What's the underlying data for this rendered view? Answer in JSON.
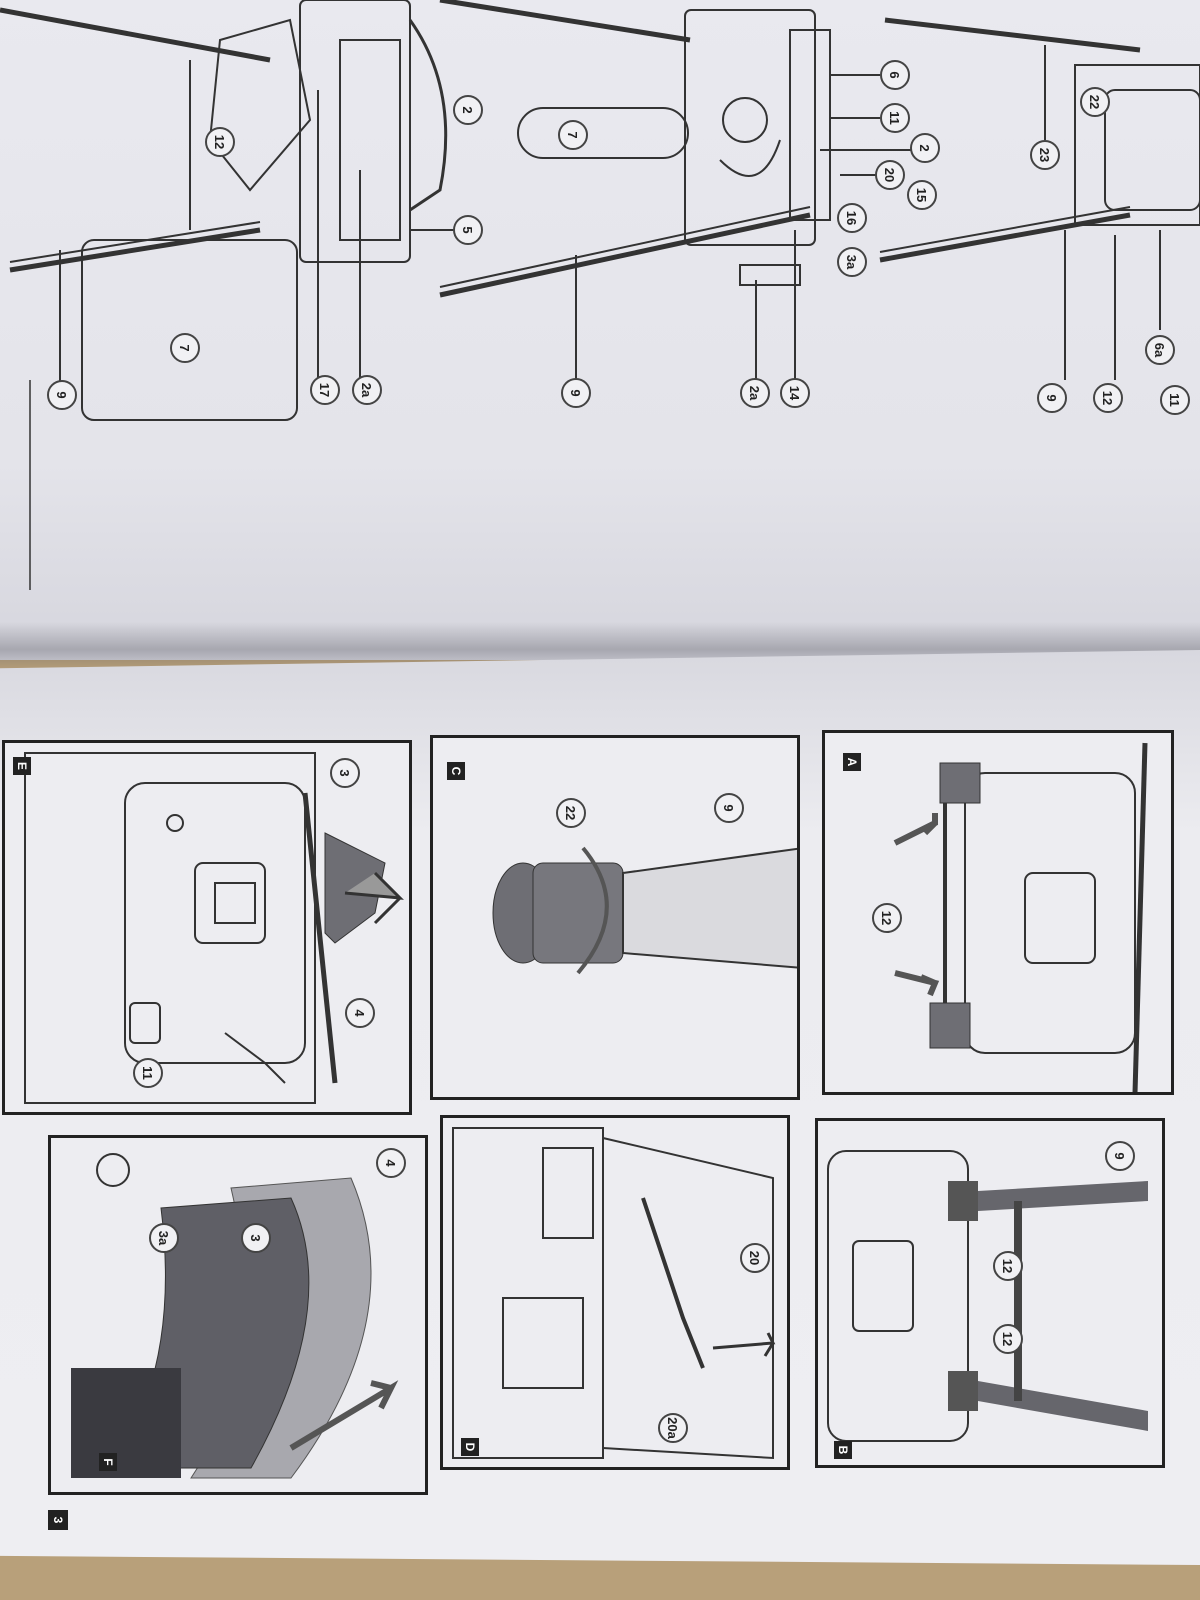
{
  "top_sheet": {
    "callouts": {
      "c9_a": "9",
      "c7_a": "7",
      "c17": "17",
      "c2a_a": "2a",
      "c12_a": "12",
      "c2_a": "2",
      "c5": "5",
      "c7_b": "7",
      "c9_b": "9",
      "c2a_b": "2a",
      "c14": "14",
      "c6": "6",
      "c11_a": "11",
      "c20_a": "20",
      "c2_b": "2",
      "c15": "15",
      "c16": "16",
      "c3a_a": "3a",
      "c23": "23",
      "c22_a": "22",
      "c9_c": "9",
      "c12_b": "12",
      "c6a": "6a",
      "c11_b": "11"
    }
  },
  "bottom_sheet": {
    "page_number": "3",
    "panels": {
      "E": {
        "letter": "E",
        "callouts": {
          "a": "3",
          "b": "4",
          "c": "11"
        }
      },
      "F": {
        "letter": "F",
        "callouts": {
          "a": "4",
          "b": "3a",
          "c": "3"
        }
      },
      "C": {
        "letter": "C",
        "callouts": {
          "a": "22",
          "b": "9"
        }
      },
      "D": {
        "letter": "D",
        "callouts": {
          "a": "20",
          "b": "20a"
        }
      },
      "A": {
        "letter": "A",
        "callouts": {
          "a": "12"
        }
      },
      "B": {
        "letter": "B",
        "callouts": {
          "a": "9",
          "b": "12",
          "c": "12"
        }
      }
    }
  },
  "colors": {
    "paper": "#ececf0",
    "ink": "#222222",
    "shading": "#6e6e74",
    "table_surface": "#b8a07a"
  }
}
